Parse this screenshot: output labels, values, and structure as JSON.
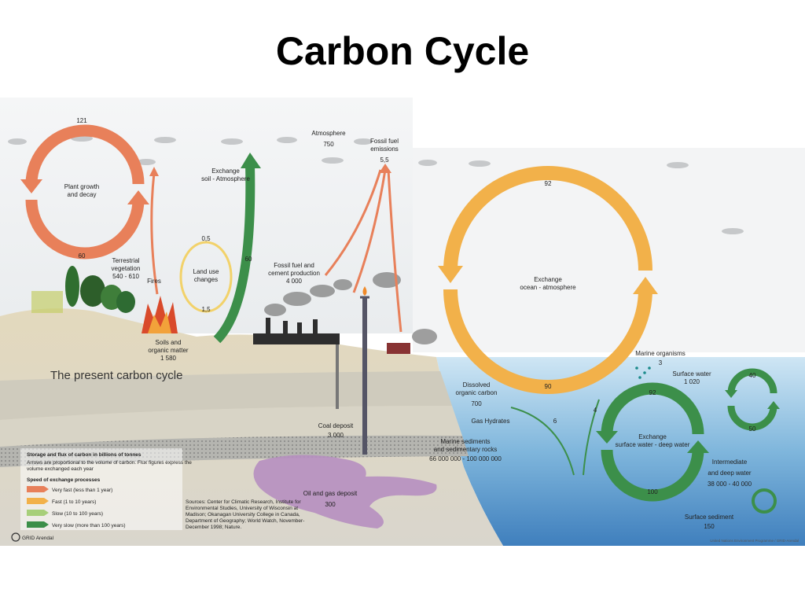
{
  "slide": {
    "title": "Carbon Cycle"
  },
  "diagram": {
    "main_title": "The present carbon cycle",
    "atmosphere": {
      "name": "Atmosphere",
      "value": "750"
    },
    "fossil_emissions": {
      "name_l1": "Fossil fuel",
      "name_l2": "emissions",
      "value": "5,5"
    },
    "plant_cycle": {
      "top": "121",
      "bottom": "60",
      "label_l1": "Plant growth",
      "label_l2": "and decay"
    },
    "exchange_soil": {
      "l1": "Exchange",
      "l2": "soil - Atmosphere",
      "value": "60"
    },
    "land_use": {
      "l1": "Land use",
      "l2": "changes",
      "top": "0,5",
      "bottom": "1,5"
    },
    "terrestrial": {
      "l1": "Terrestrial",
      "l2": "vegetation",
      "value": "540 - 610"
    },
    "fires": "Fires",
    "soils": {
      "l1": "Soils and",
      "l2": "organic matter",
      "value": "1 580"
    },
    "fossil_cement": {
      "l1": "Fossil fuel and",
      "l2": "cement production",
      "value": "4 000"
    },
    "ocean_exchange": {
      "l1": "Exchange",
      "l2": "ocean - atmosphere",
      "top": "92",
      "bottom": "90"
    },
    "marine_organisms": {
      "name": "Marine organisms",
      "value": "3"
    },
    "surface_water": {
      "name": "Surface water",
      "value": "1 020"
    },
    "small_cycle": {
      "top": "40",
      "bottom": "50"
    },
    "deep_exchange": {
      "l1": "Exchange",
      "l2": "surface water - deep water",
      "top": "92",
      "bottom": "100"
    },
    "dissolved": {
      "l1": "Dissolved",
      "l2": "organic carbon",
      "value": "700"
    },
    "gas_hydrates": "Gas Hydrates",
    "flux_6": "6",
    "flux_4": "4",
    "coal": {
      "name": "Coal deposit",
      "value": "3 000"
    },
    "marine_sediments": {
      "l1": "Marine sediments",
      "l2": "and sedimentary rocks",
      "value": "66 000 000 - 100 000 000"
    },
    "oil_gas": {
      "name": "Oil and gas deposit",
      "value": "300"
    },
    "intermediate": {
      "l1": "Intermediate",
      "l2": "and deep water",
      "value": "38 000 - 40 000"
    },
    "surface_sediment": {
      "name": "Surface sediment",
      "value": "150"
    },
    "legend": {
      "title": "Storage and flux of carbon in billions of tonnes",
      "note_l1": "Arrows are proportional to the volume of carbon. Flux figures express the",
      "note_l2": "volume exchanged each year",
      "speed_title": "Speed of exchange processes",
      "items": [
        {
          "label": "Very fast (less than 1 year)",
          "color": "#e8805a"
        },
        {
          "label": "Fast (1 to 10 years)",
          "color": "#f2b14a"
        },
        {
          "label": "Slow (10 to 100 years)",
          "color": "#a7cf7a"
        },
        {
          "label": "Very slow (more than 100 years)",
          "color": "#3c8f4a"
        }
      ]
    },
    "sources": [
      "Sources: Center for Climatic Research, Institute for",
      "Environmental Studies, University of Wisconsin at",
      "Madison; Okanagan University College in Canada,",
      "Department of Geography; World Watch, November-",
      "December 1998; Nature."
    ],
    "credit": "United Nations Environment Programme / GRID-Arendal",
    "logo_text": "GRID Arendal",
    "colors": {
      "very_fast": "#e8805a",
      "fast": "#f2b14a",
      "slow": "#a7cf7a",
      "very_slow": "#3c8f4a",
      "ocean": "#4a90c8"
    }
  }
}
